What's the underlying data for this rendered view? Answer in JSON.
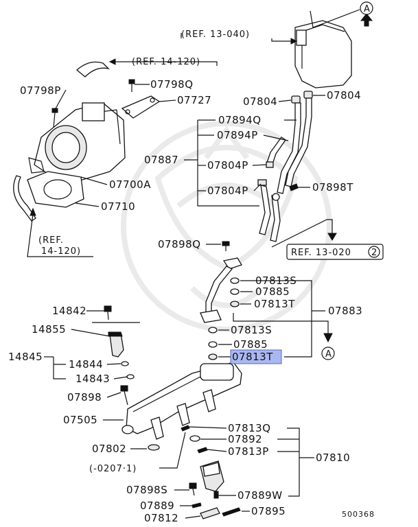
{
  "labels": {
    "p07798P": "07798P",
    "p07798Q": "07798Q",
    "p07727": "07727",
    "p07700A": "07700A",
    "p07710": "07710",
    "p07804_left": "07804",
    "p07804_right": "07804",
    "p07894Q": "07894Q",
    "p07894P": "07894P",
    "p07887": "07887",
    "p07804P_a": "07804P",
    "p07804P_b": "07804P",
    "p07898T": "07898T",
    "p07898Q": "07898Q",
    "p07813S_a": "07813S",
    "p07885_a": "07885",
    "p07813T_a": "07813T",
    "p07883": "07883",
    "p07813S_b": "07813S",
    "p07885_b": "07885",
    "p07813T_b": "07813T",
    "p14842": "14842",
    "p14855": "14855",
    "p14845": "14845",
    "p14844": "14844",
    "p14843": "14843",
    "p07898": "07898",
    "p07505": "07505",
    "p07802": "07802",
    "p07813Q": "07813Q",
    "p07892": "07892",
    "p07813P": "07813P",
    "p07810": "07810",
    "p07898S": "07898S",
    "p07889": "07889",
    "p07889W": "07889W",
    "p07812": "07812",
    "p07895": "07895"
  },
  "refs": {
    "ref_13_040": "(REF. 13-040)",
    "ref_14_120_top": "(REF. 14-120)",
    "ref_14_120_left_line1": "(REF.",
    "ref_14_120_left_line2": "14-120)",
    "ref_13_020": "REF. 13-020",
    "ref_13_020_circle": "2",
    "date_range": "(-0207·1)"
  },
  "markers": {
    "arrow_a_top": "A",
    "arrow_a_mid": "A"
  },
  "highlighted_part": "07813T",
  "diagram_number": "500368",
  "colors": {
    "highlight": "#aab8f2",
    "line": "#111111",
    "watermark": "#d9d9d9"
  }
}
